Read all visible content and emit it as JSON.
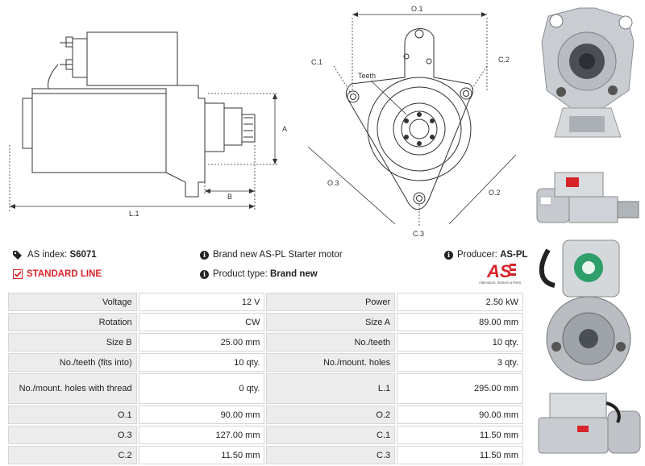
{
  "diagram": {
    "side_labels": {
      "a": "A",
      "b": "B",
      "l1": "L.1"
    },
    "front_labels": {
      "o1": "O.1",
      "o2": "O.2",
      "o3": "O.3",
      "c1": "C.1",
      "c2": "C.2",
      "c3": "C.3",
      "teeth": "Teeth"
    }
  },
  "info": {
    "as_index_label": "AS index:",
    "as_index_value": "S6071",
    "standard_line": "STANDARD LINE",
    "description": "Brand new AS-PL Starter motor",
    "product_type_label": "Product type:",
    "product_type_value": "Brand new",
    "producer_label": "Producer:",
    "producer_value": "AS-PL"
  },
  "logo": {
    "text": "AS",
    "tagline": "Alternators, Starters & Parts",
    "color": "#d6242a"
  },
  "specs": [
    [
      "Voltage",
      "12 V",
      "Power",
      "2.50 kW"
    ],
    [
      "Rotation",
      "CW",
      "Size A",
      "89.00 mm"
    ],
    [
      "Size B",
      "25.00 mm",
      "No./teeth",
      "10 qty."
    ],
    [
      "No./teeth (fits into)",
      "10 qty.",
      "No./mount. holes",
      "3 qty."
    ],
    [
      "No./mount. holes with thread",
      "0 qty.",
      "L.1",
      "295.00 mm"
    ],
    [
      "O.1",
      "90.00 mm",
      "O.2",
      "90.00 mm"
    ],
    [
      "O.3",
      "127.00 mm",
      "C.1",
      "11.50 mm"
    ],
    [
      "C.2",
      "11.50 mm",
      "C.3",
      "11.50 mm"
    ]
  ]
}
